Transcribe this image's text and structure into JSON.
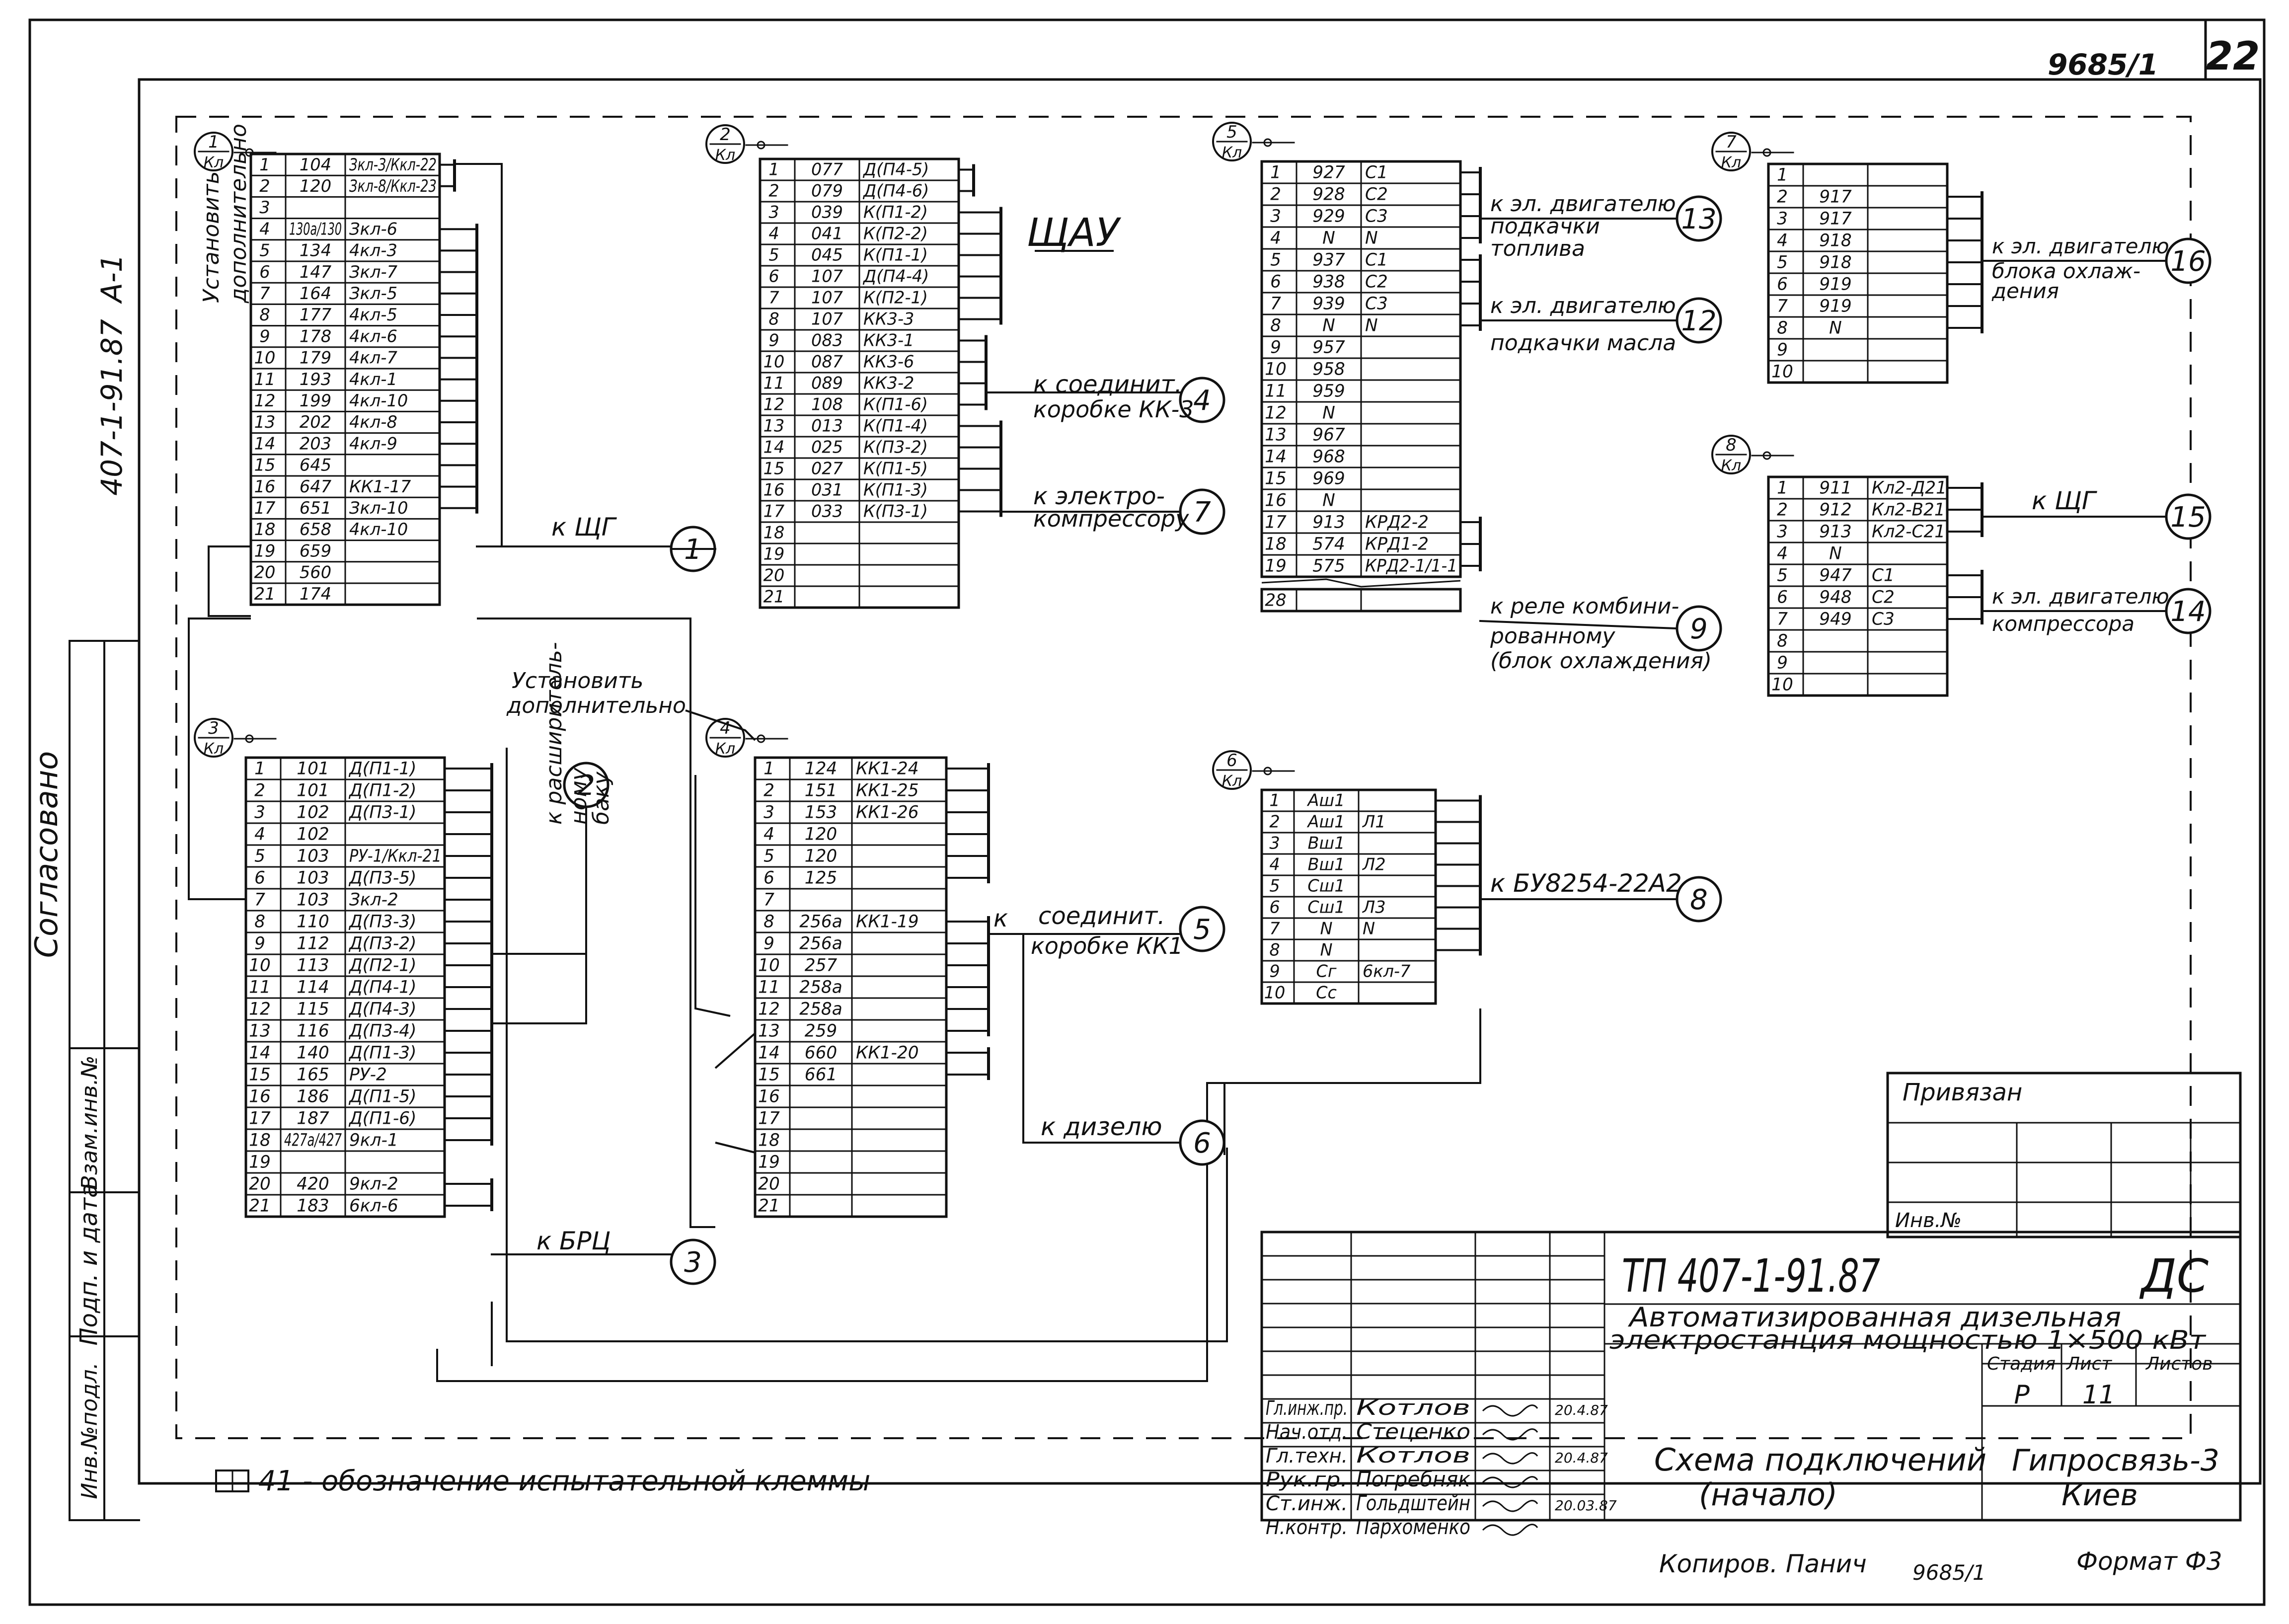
{
  "sheet": {
    "number": "22",
    "doc_id": "9685/1",
    "side_code": "407-1-91.87",
    "side_letter": "А-1",
    "center_title": "ЩАУ"
  },
  "side_stamp": {
    "agreed": "Согласовано",
    "fields": [
      "Инв.№подл.",
      "Подп. и дата",
      "Взам.инв.№"
    ]
  },
  "blocks": [
    {
      "id": "1/Кл",
      "rows": [
        [
          "1",
          "104",
          "Зкл-3/Ккл-22"
        ],
        [
          "2",
          "120",
          "Зкл-8/Ккл-23"
        ],
        [
          "3",
          "",
          ""
        ],
        [
          "4",
          "130а/130",
          "Зкл-6"
        ],
        [
          "5",
          "134",
          "4кл-3"
        ],
        [
          "6",
          "147",
          "Зкл-7"
        ],
        [
          "7",
          "164",
          "Зкл-5"
        ],
        [
          "8",
          "177",
          "4кл-5"
        ],
        [
          "9",
          "178",
          "4кл-6"
        ],
        [
          "10",
          "179",
          "4кл-7"
        ],
        [
          "11",
          "193",
          "4кл-1"
        ],
        [
          "12",
          "199",
          "4кл-10"
        ],
        [
          "13",
          "202",
          "4кл-8"
        ],
        [
          "14",
          "203",
          "4кл-9"
        ],
        [
          "15",
          "645",
          ""
        ],
        [
          "16",
          "647",
          "КК1-17"
        ],
        [
          "17",
          "651",
          "Зкл-10"
        ],
        [
          "18",
          "658",
          "4кл-10"
        ],
        [
          "19",
          "659",
          ""
        ],
        [
          "20",
          "560",
          ""
        ],
        [
          "21",
          "174",
          ""
        ]
      ]
    },
    {
      "id": "2/Кл",
      "rows": [
        [
          "1",
          "077",
          "Д(П4-5)"
        ],
        [
          "2",
          "079",
          "Д(П4-6)"
        ],
        [
          "3",
          "039",
          "К(П1-2)"
        ],
        [
          "4",
          "041",
          "К(П2-2)"
        ],
        [
          "5",
          "045",
          "К(П1-1)"
        ],
        [
          "6",
          "107",
          "Д(П4-4)"
        ],
        [
          "7",
          "107",
          "К(П2-1)"
        ],
        [
          "8",
          "107",
          "КК3-3"
        ],
        [
          "9",
          "083",
          "КК3-1"
        ],
        [
          "10",
          "087",
          "КК3-6"
        ],
        [
          "11",
          "089",
          "КК3-2"
        ],
        [
          "12",
          "108",
          "К(П1-6)"
        ],
        [
          "13",
          "013",
          "К(П1-4)"
        ],
        [
          "14",
          "025",
          "К(П3-2)"
        ],
        [
          "15",
          "027",
          "К(П1-5)"
        ],
        [
          "16",
          "031",
          "К(П1-3)"
        ],
        [
          "17",
          "033",
          "К(П3-1)"
        ],
        [
          "18",
          "",
          ""
        ],
        [
          "19",
          "",
          ""
        ],
        [
          "20",
          "",
          ""
        ],
        [
          "21",
          "",
          ""
        ]
      ]
    },
    {
      "id": "3/Кл",
      "rows": [
        [
          "1",
          "101",
          "Д(П1-1)"
        ],
        [
          "2",
          "101",
          "Д(П1-2)"
        ],
        [
          "3",
          "102",
          "Д(П3-1)"
        ],
        [
          "4",
          "102",
          ""
        ],
        [
          "5",
          "103",
          "РУ-1/Ккл-21"
        ],
        [
          "6",
          "103",
          "Д(П3-5)"
        ],
        [
          "7",
          "103",
          "Зкл-2"
        ],
        [
          "8",
          "110",
          "Д(П3-3)"
        ],
        [
          "9",
          "112",
          "Д(П3-2)"
        ],
        [
          "10",
          "113",
          "Д(П2-1)"
        ],
        [
          "11",
          "114",
          "Д(П4-1)"
        ],
        [
          "12",
          "115",
          "Д(П4-3)"
        ],
        [
          "13",
          "116",
          "Д(П3-4)"
        ],
        [
          "14",
          "140",
          "Д(П1-3)"
        ],
        [
          "15",
          "165",
          "РУ-2"
        ],
        [
          "16",
          "186",
          "Д(П1-5)"
        ],
        [
          "17",
          "187",
          "Д(П1-6)"
        ],
        [
          "18",
          "427а/427",
          "9кл-1"
        ],
        [
          "19",
          "",
          ""
        ],
        [
          "20",
          "420",
          "9кл-2"
        ],
        [
          "21",
          "183",
          "6кл-6"
        ]
      ]
    },
    {
      "id": "4/Кл",
      "rows": [
        [
          "1",
          "124",
          "КК1-24"
        ],
        [
          "2",
          "151",
          "КК1-25"
        ],
        [
          "3",
          "153",
          "КК1-26"
        ],
        [
          "4",
          "120",
          ""
        ],
        [
          "5",
          "120",
          ""
        ],
        [
          "6",
          "125",
          ""
        ],
        [
          "7",
          "",
          ""
        ],
        [
          "8",
          "256а",
          "КК1-19"
        ],
        [
          "9",
          "256а",
          ""
        ],
        [
          "10",
          "257",
          ""
        ],
        [
          "11",
          "258а",
          ""
        ],
        [
          "12",
          "258а",
          ""
        ],
        [
          "13",
          "259",
          ""
        ],
        [
          "14",
          "660",
          "КК1-20"
        ],
        [
          "15",
          "661",
          ""
        ],
        [
          "16",
          "",
          ""
        ],
        [
          "17",
          "",
          ""
        ],
        [
          "18",
          "",
          ""
        ],
        [
          "19",
          "",
          ""
        ],
        [
          "20",
          "",
          ""
        ],
        [
          "21",
          "",
          ""
        ]
      ]
    },
    {
      "id": "5/Кл",
      "rows": [
        [
          "1",
          "927",
          "С1"
        ],
        [
          "2",
          "928",
          "С2"
        ],
        [
          "3",
          "929",
          "С3"
        ],
        [
          "4",
          "N",
          "N"
        ],
        [
          "5",
          "937",
          "С1"
        ],
        [
          "6",
          "938",
          "С2"
        ],
        [
          "7",
          "939",
          "С3"
        ],
        [
          "8",
          "N",
          "N"
        ],
        [
          "9",
          "957",
          ""
        ],
        [
          "10",
          "958",
          ""
        ],
        [
          "11",
          "959",
          ""
        ],
        [
          "12",
          "N",
          ""
        ],
        [
          "13",
          "967",
          ""
        ],
        [
          "14",
          "968",
          ""
        ],
        [
          "15",
          "969",
          ""
        ],
        [
          "16",
          "N",
          ""
        ],
        [
          "17",
          "913",
          "КРД2-2"
        ],
        [
          "18",
          "574",
          "КРД1-2"
        ],
        [
          "19",
          "575",
          "КРД2-1/1-1"
        ]
      ],
      "last_row": "28"
    },
    {
      "id": "6/Кл",
      "rows": [
        [
          "1",
          "Аш1",
          ""
        ],
        [
          "2",
          "Аш1",
          "Л1"
        ],
        [
          "3",
          "Вш1",
          ""
        ],
        [
          "4",
          "Вш1",
          "Л2"
        ],
        [
          "5",
          "Сш1",
          ""
        ],
        [
          "6",
          "Сш1",
          "Л3"
        ],
        [
          "7",
          "N",
          "N"
        ],
        [
          "8",
          "N",
          ""
        ],
        [
          "9",
          "Сг",
          "6кл-7"
        ],
        [
          "10",
          "Сс",
          ""
        ]
      ]
    },
    {
      "id": "7/Кл",
      "rows": [
        [
          "1",
          "",
          ""
        ],
        [
          "2",
          "917",
          ""
        ],
        [
          "3",
          "917",
          ""
        ],
        [
          "4",
          "918",
          ""
        ],
        [
          "5",
          "918",
          ""
        ],
        [
          "6",
          "919",
          ""
        ],
        [
          "7",
          "919",
          ""
        ],
        [
          "8",
          "N",
          ""
        ],
        [
          "9",
          "",
          ""
        ],
        [
          "10",
          "",
          ""
        ]
      ]
    },
    {
      "id": "8/Кл",
      "rows": [
        [
          "1",
          "911",
          "Кл2-Д21"
        ],
        [
          "2",
          "912",
          "Кл2-В21"
        ],
        [
          "3",
          "913",
          "Кл2-С21"
        ],
        [
          "4",
          "N",
          ""
        ],
        [
          "5",
          "947",
          "С1"
        ],
        [
          "6",
          "948",
          "С2"
        ],
        [
          "7",
          "949",
          "С3"
        ],
        [
          "8",
          "",
          ""
        ],
        [
          "9",
          "",
          ""
        ],
        [
          "10",
          "",
          ""
        ]
      ]
    }
  ],
  "connections": [
    {
      "num": "1",
      "label": "к ЩГ"
    },
    {
      "num": "2",
      "label": "к расширительному баку"
    },
    {
      "num": "3",
      "label": "к БРЦ"
    },
    {
      "num": "4",
      "label": "к соединит. коробке КК-3"
    },
    {
      "num": "5",
      "label": "к соединит. коробке КК1"
    },
    {
      "num": "6",
      "label": "к дизелю"
    },
    {
      "num": "7",
      "label": "к электро- компрессору"
    },
    {
      "num": "8",
      "label": "к БУ8254-22А2"
    },
    {
      "num": "9",
      "label": "к реле комбинированному (блок охлаждения)"
    },
    {
      "num": "12",
      "label": "к эл. двигателю подкачки масла"
    },
    {
      "num": "13",
      "label": "к эл. двигателю подкачки топлива"
    },
    {
      "num": "14",
      "label": "к эл. двигателю компрессора"
    },
    {
      "num": "15",
      "label": "к ЩГ"
    },
    {
      "num": "16",
      "label": "к эл. двигателю блока охлаждения"
    }
  ],
  "notes": {
    "install_1": "Установить дополнительно",
    "install_2": "Установить дополнительно",
    "test_clamp": "41 - обозначение испытательной клеммы"
  },
  "binding_box": {
    "title": "Привязан",
    "inv": "Инв.№"
  },
  "title_block": {
    "code": "ТП 407-1-91.87",
    "mark": "ДС",
    "description_1": "Автоматизированная дизельная",
    "description_2": "электростанция мощностью 1×500 кВт",
    "stage_header": "Стадия",
    "sheet_header": "Лист",
    "sheets_header": "Листов",
    "stage": "Р",
    "sheet": "11",
    "drawing_title_1": "Схема подключений",
    "drawing_title_2": "(начало)",
    "org_1": "Гипросвязь-3",
    "org_2": "Киев",
    "signers": [
      {
        "role": "Гл.инж.пр.",
        "name": "Котлов",
        "date": "20.4.87"
      },
      {
        "role": "Нач.отд.",
        "name": "Стеценко",
        "date": ""
      },
      {
        "role": "Гл.техн.",
        "name": "Котлов",
        "date": "20.4.87"
      },
      {
        "role": "Рук.гр.",
        "name": "Погребняк",
        "date": ""
      },
      {
        "role": "Ст.инж.",
        "name": "Гольдштейн",
        "date": "20.03.87"
      },
      {
        "role": "Н.контр.",
        "name": "Пархоменко",
        "date": ""
      }
    ]
  },
  "footer": {
    "copied": "Копиров. Панич",
    "doc": "9685/1",
    "format": "Формат Ф3"
  },
  "colors": {
    "ink": "#111111",
    "paper": "#ffffff"
  }
}
